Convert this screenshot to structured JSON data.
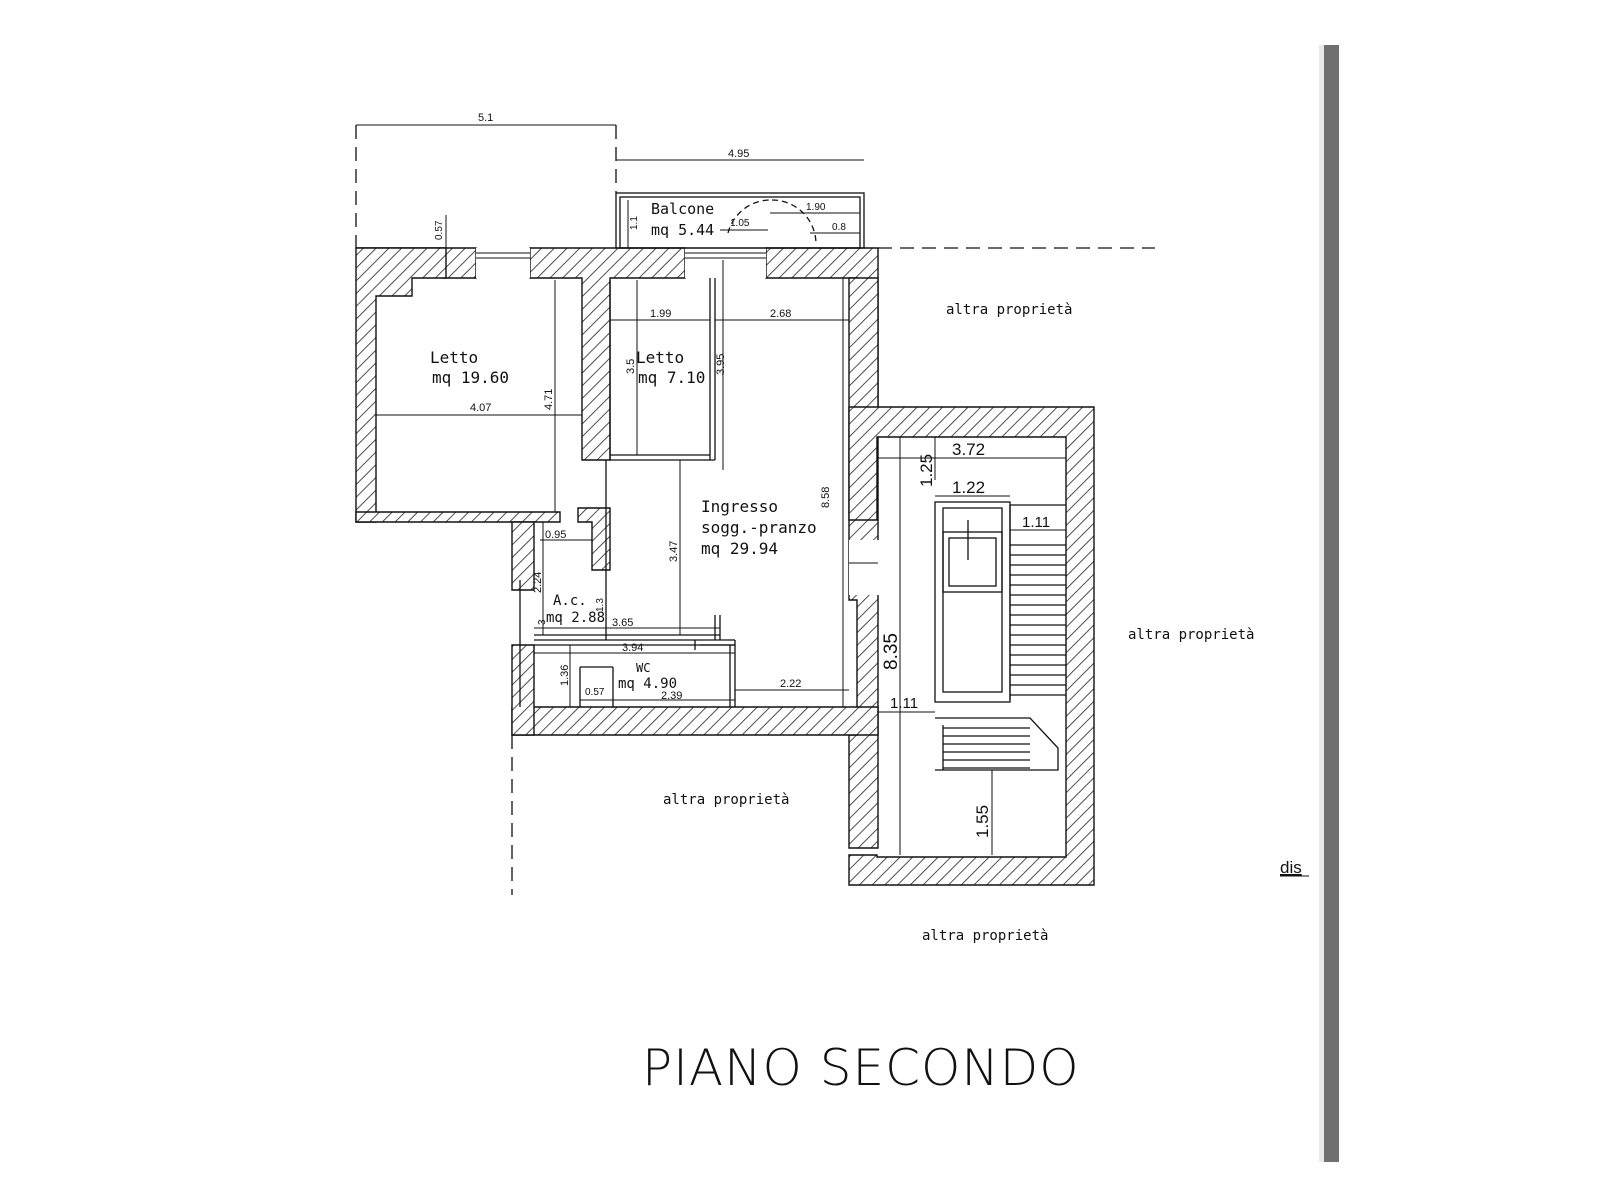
{
  "title": "PIANO SECONDO",
  "corner_label": "dis",
  "rooms": [
    {
      "id": "letto-1",
      "name": "Letto",
      "area": "mq 19.60"
    },
    {
      "id": "letto-2",
      "name": "Letto",
      "area": "mq 7.10"
    },
    {
      "id": "balcone",
      "name": "Balcone",
      "area": "mq 5.44"
    },
    {
      "id": "ingresso",
      "name_line1": "Ingresso",
      "name_line2": "sogg.-pranzo",
      "area": "mq 29.94"
    },
    {
      "id": "ac",
      "name": "A.c.",
      "area": "mq 2.88"
    },
    {
      "id": "wc",
      "name": "WC",
      "area": "mq 4.90"
    }
  ],
  "neighbours": [
    "altra proprietà",
    "altra proprietà",
    "altra proprietà",
    "altra proprietà"
  ],
  "dimensions": {
    "d_5_1": "5.1",
    "d_4_95": "4.95",
    "d_1_1": "1.1",
    "d_1_05": "1.05",
    "d_1_90": "1.90",
    "d_0_8": "0.8",
    "d_0_57_top": "0.57",
    "d_1_99": "1.99",
    "d_2_68": "2.68",
    "d_3_5": "3.5",
    "d_3_95": "3.95",
    "d_4_71": "4.71",
    "d_4_07": "4.07",
    "d_8_58": "8.58",
    "d_0_95": "0.95",
    "d_3_47": "3.47",
    "d_2_24": "2.24",
    "d_1_3": "1.3",
    "d_3": "3",
    "d_3_65": "3.65",
    "d_3_94": "3.94",
    "d_1_36": "1.36",
    "d_0_57_wc": "0.57",
    "d_2_39": "2.39",
    "d_2_22": "2.22",
    "d_3_72": "3.72",
    "d_1_25": "1.25",
    "d_1_22": "1.22",
    "d_1_11_a": "1.11",
    "d_8_35": "8.35",
    "d_1_11_b": "1.11",
    "d_1_55": "1.55"
  }
}
